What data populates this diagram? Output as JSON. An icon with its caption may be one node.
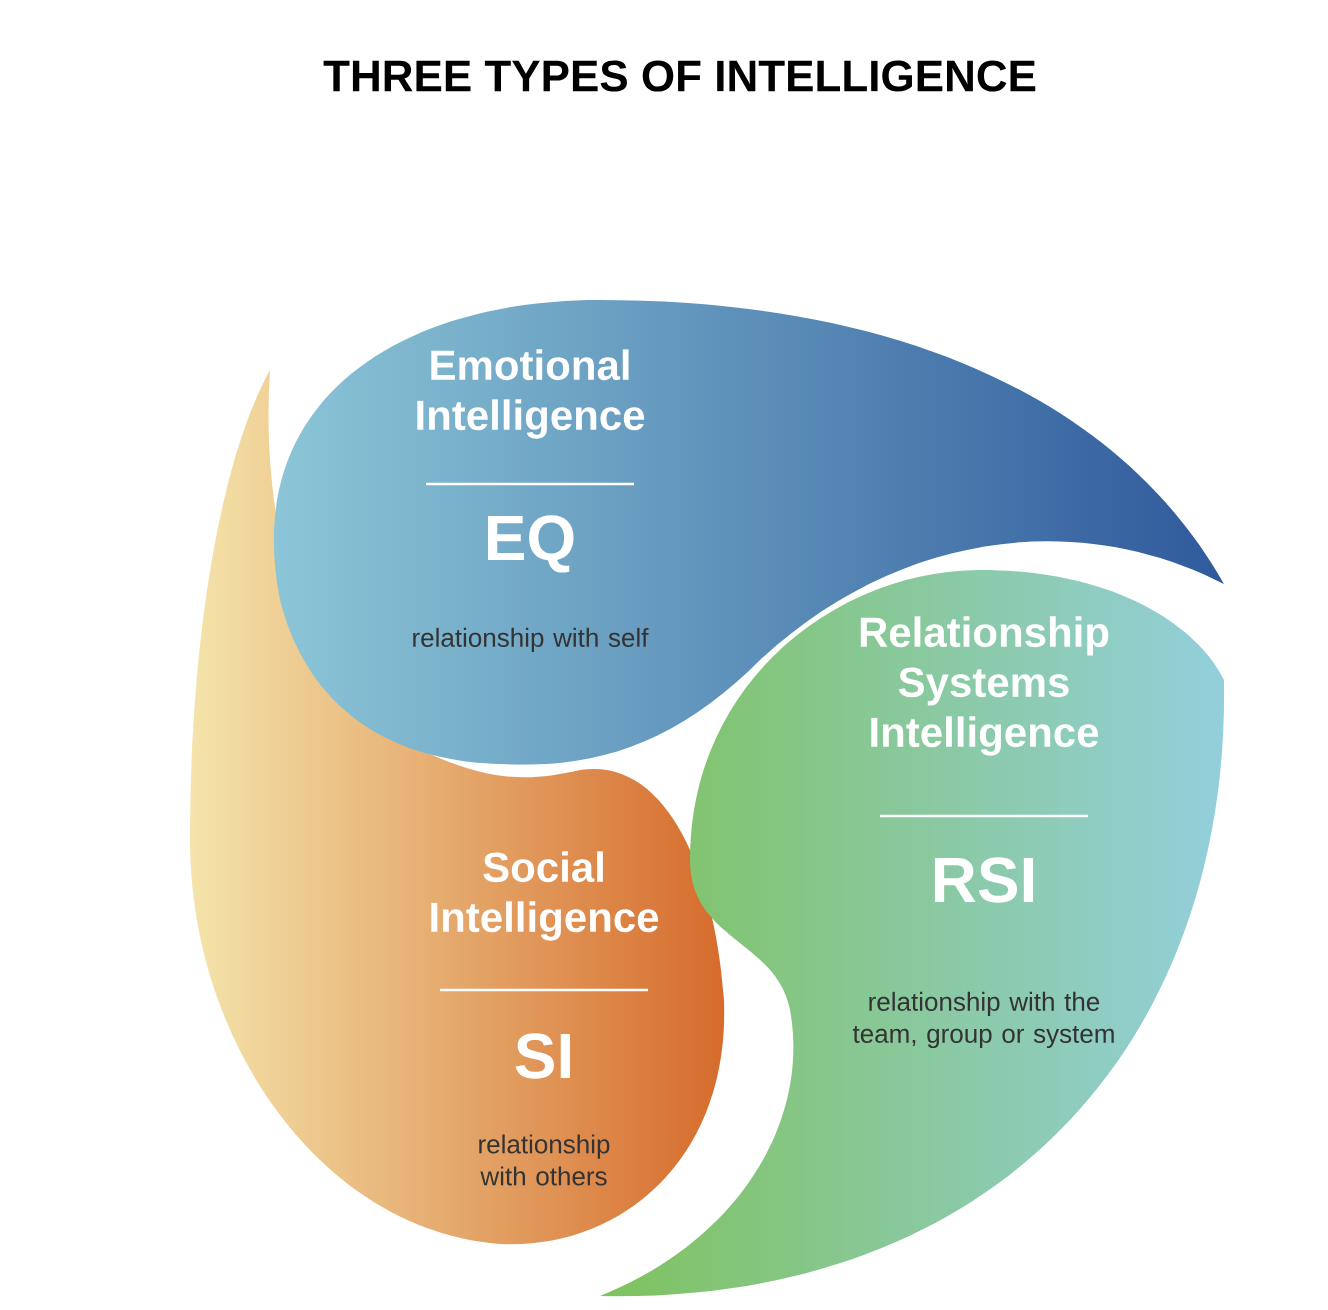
{
  "diagram": {
    "title": "THREE TYPES OF INTELLIGENCE",
    "nodes": [
      {
        "text": [
          "Emotional Intelligence",
          "EQ",
          "relationship with self"
        ]
      },
      {
        "text": [
          "Relationship Systems Intelligence",
          "RSI",
          "relationship with the team, group or system"
        ]
      },
      {
        "text": [
          "Social Intelligence",
          "SI",
          "relationship with others"
        ]
      }
    ],
    "edges": []
  }
}
